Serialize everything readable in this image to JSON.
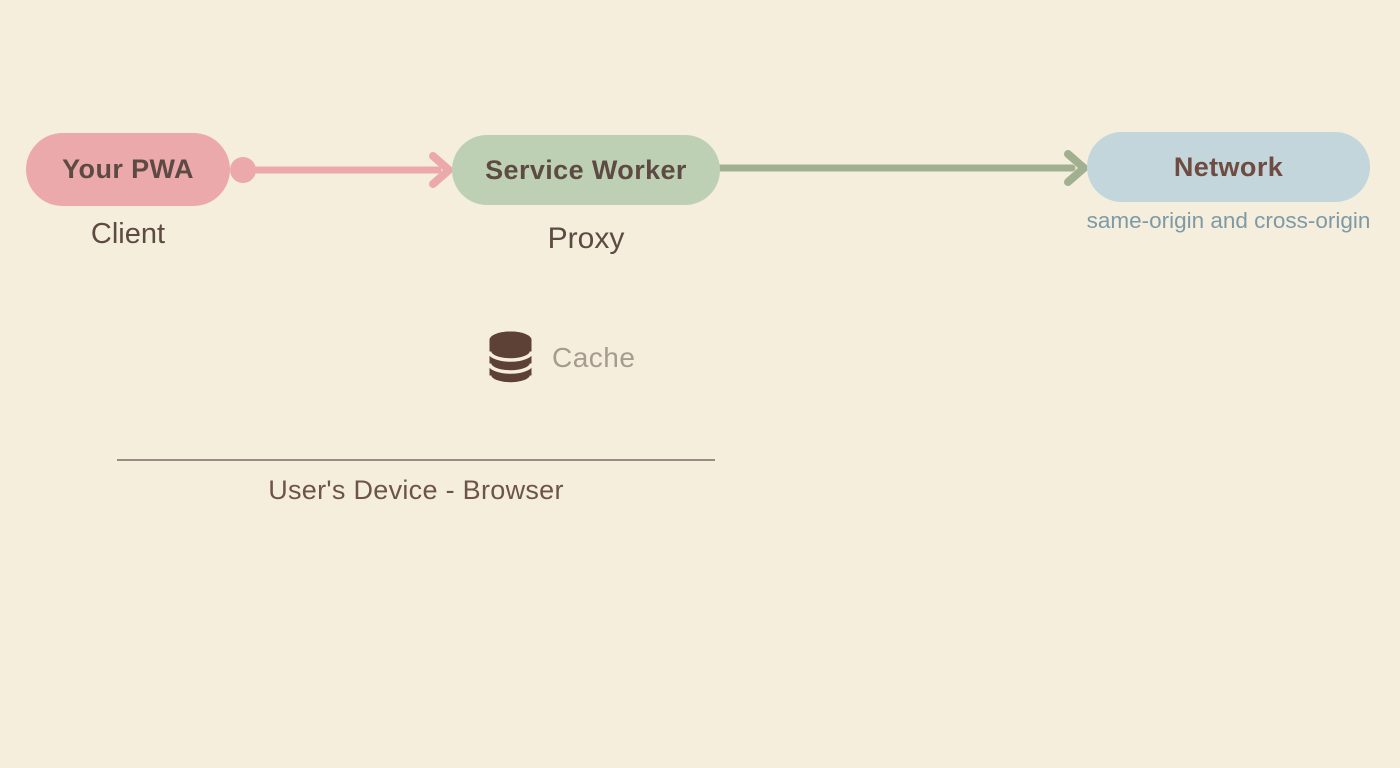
{
  "diagram": {
    "nodes": {
      "pwa": {
        "label": "Your PWA",
        "sublabel": "Client"
      },
      "service_worker": {
        "label": "Service Worker",
        "sublabel": "Proxy"
      },
      "network": {
        "label": "Network",
        "sublabel": "same-origin and cross-origin"
      }
    },
    "cache": {
      "label": "Cache",
      "icon": "database-icon"
    },
    "device": {
      "label": "User's Device - Browser"
    },
    "flows": [
      {
        "from": "pwa",
        "to": "service_worker",
        "style": "pink-dot-arrow"
      },
      {
        "from": "service_worker",
        "to": "network",
        "style": "green-arrow"
      }
    ]
  },
  "colors": {
    "bg": "#f5eedd",
    "pink": "#eca9ac",
    "green-pill": "#bdd0b4",
    "green-arrow": "#a0b090",
    "blue-pill": "#c2d6db",
    "text-dark": "#5d4a42",
    "text-network": "#6e4c42",
    "text-origin": "#7e9aa6",
    "cache-icon": "#5d4137",
    "cache-text": "#a79a8f",
    "line": "#9b8a82",
    "device-text": "#6d544b"
  }
}
